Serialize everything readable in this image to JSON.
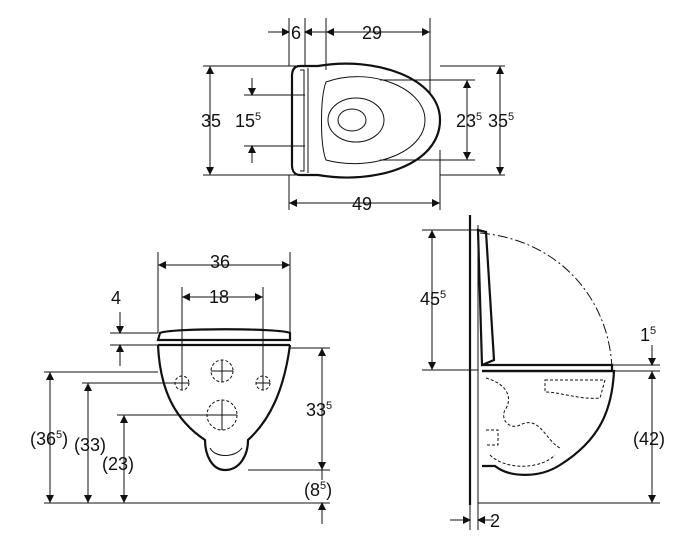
{
  "top_view": {
    "dim_a": {
      "main": "6",
      "sup": ""
    },
    "dim_b": {
      "main": "29",
      "sup": ""
    },
    "dim_c": {
      "main": "35",
      "sup": ""
    },
    "dim_d": {
      "main": "15",
      "sup": "5"
    },
    "dim_e": {
      "main": "23",
      "sup": "5"
    },
    "dim_f": {
      "main": "35",
      "sup": "5"
    },
    "dim_g": {
      "main": "49",
      "sup": ""
    }
  },
  "front_view": {
    "dim_a": {
      "main": "36",
      "sup": ""
    },
    "dim_b": {
      "main": "18",
      "sup": ""
    },
    "dim_c": {
      "main": "4",
      "sup": ""
    },
    "dim_d": {
      "main": "33",
      "sup": "5"
    },
    "dim_e": {
      "main": "(36",
      "sup": "5",
      "close": ")"
    },
    "dim_f": {
      "main": "(33)",
      "sup": ""
    },
    "dim_g": {
      "main": "(23)",
      "sup": ""
    },
    "dim_h": {
      "main": "(8",
      "sup": "5",
      "close": ")"
    }
  },
  "side_view": {
    "dim_a": {
      "main": "45",
      "sup": "5"
    },
    "dim_b": {
      "main": "1",
      "sup": "5"
    },
    "dim_c": {
      "main": "(42)",
      "sup": ""
    },
    "dim_d": {
      "main": "2",
      "sup": ""
    }
  }
}
